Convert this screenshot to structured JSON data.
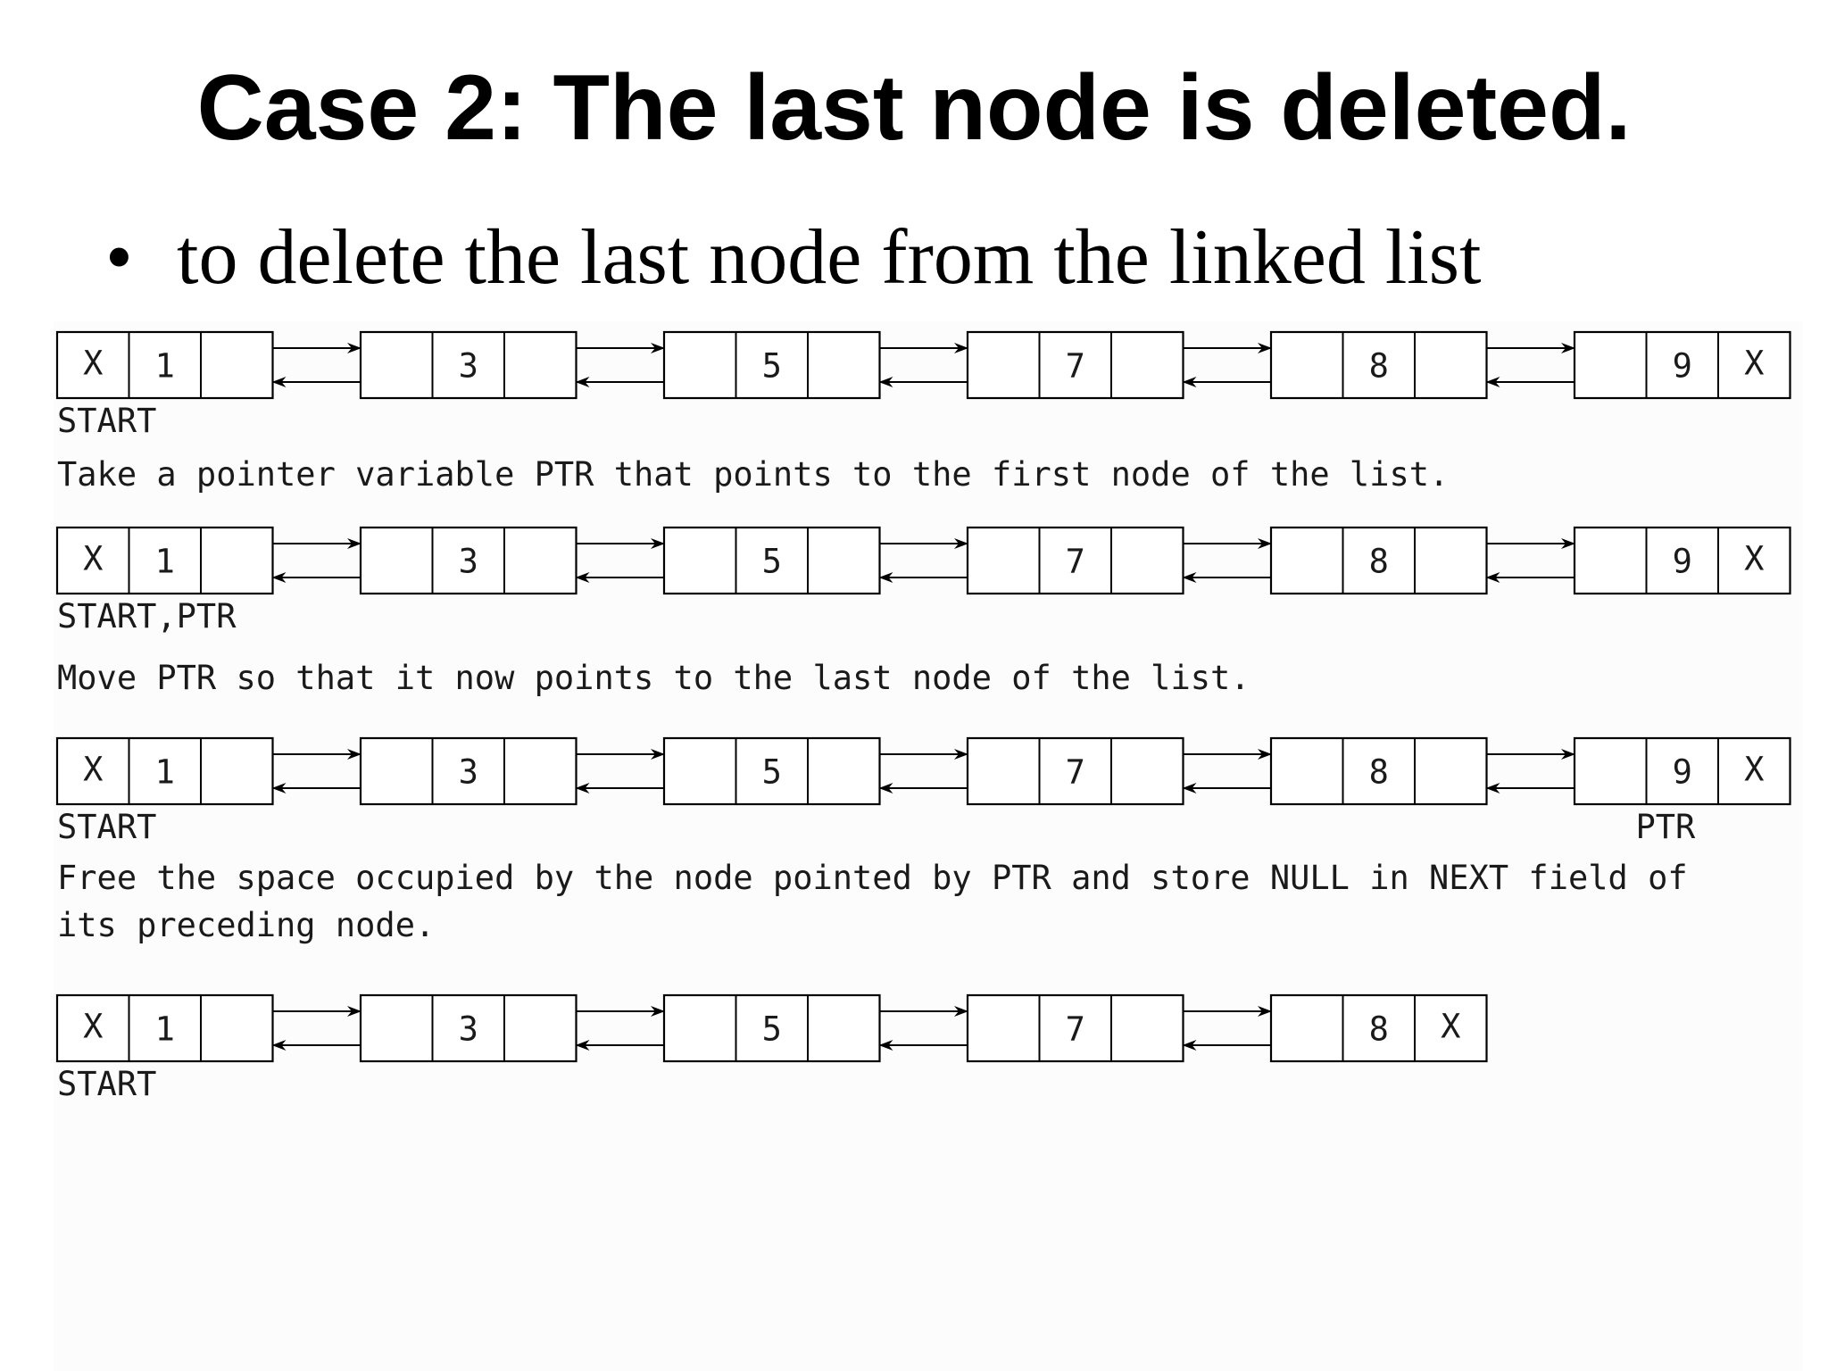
{
  "title": "Case 2: The last node is deleted.",
  "bullet": "to delete the last node from the linked list",
  "bullet_symbol": "•",
  "null_marker": "X",
  "rows": [
    {
      "values": [
        "1",
        "3",
        "5",
        "7",
        "8",
        "9"
      ],
      "labels": [
        {
          "text": "START",
          "node": 0
        }
      ],
      "caption": [
        "Take a pointer variable PTR that points to the first node of the list."
      ]
    },
    {
      "values": [
        "1",
        "3",
        "5",
        "7",
        "8",
        "9"
      ],
      "labels": [
        {
          "text": "START,PTR",
          "node": 0
        }
      ],
      "caption": [
        "Move PTR so that it now points to the last node of the list."
      ]
    },
    {
      "values": [
        "1",
        "3",
        "5",
        "7",
        "8",
        "9"
      ],
      "labels": [
        {
          "text": "START",
          "node": 0
        },
        {
          "text": "PTR",
          "node": 5
        }
      ],
      "caption": [
        "Free the space occupied by the node pointed by PTR and store NULL in NEXT field of",
        "its preceding node."
      ]
    },
    {
      "values": [
        "1",
        "3",
        "5",
        "7",
        "8"
      ],
      "labels": [
        {
          "text": "START",
          "node": 0
        }
      ],
      "caption": []
    }
  ]
}
